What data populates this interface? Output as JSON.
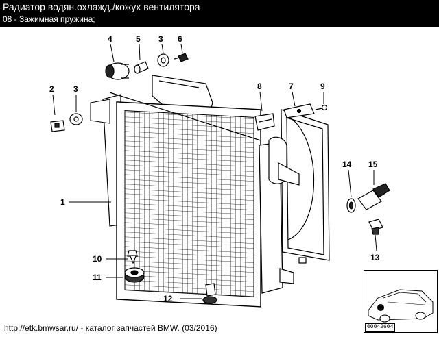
{
  "header": {
    "title": "Радиатор водян.охлажд./кожух вентилятора",
    "subtitle": "08 - Зажимная пружина;"
  },
  "callouts": [
    {
      "id": "1",
      "label": "1"
    },
    {
      "id": "2",
      "label": "2"
    },
    {
      "id": "3a",
      "label": "3"
    },
    {
      "id": "3b",
      "label": "3"
    },
    {
      "id": "4",
      "label": "4"
    },
    {
      "id": "5",
      "label": "5"
    },
    {
      "id": "6",
      "label": "6"
    },
    {
      "id": "7",
      "label": "7"
    },
    {
      "id": "8",
      "label": "8",
      "color": "#2e7d32"
    },
    {
      "id": "9",
      "label": "9"
    },
    {
      "id": "10",
      "label": "10"
    },
    {
      "id": "11",
      "label": "11"
    },
    {
      "id": "12",
      "label": "12"
    },
    {
      "id": "13",
      "label": "13"
    },
    {
      "id": "14",
      "label": "14"
    },
    {
      "id": "15",
      "label": "15"
    }
  ],
  "footer": {
    "source": "http://etk.bmwsar.ru/ - каталог запчастей BMW. (03/2016)"
  },
  "thumbnail": {
    "code": "00042604"
  }
}
